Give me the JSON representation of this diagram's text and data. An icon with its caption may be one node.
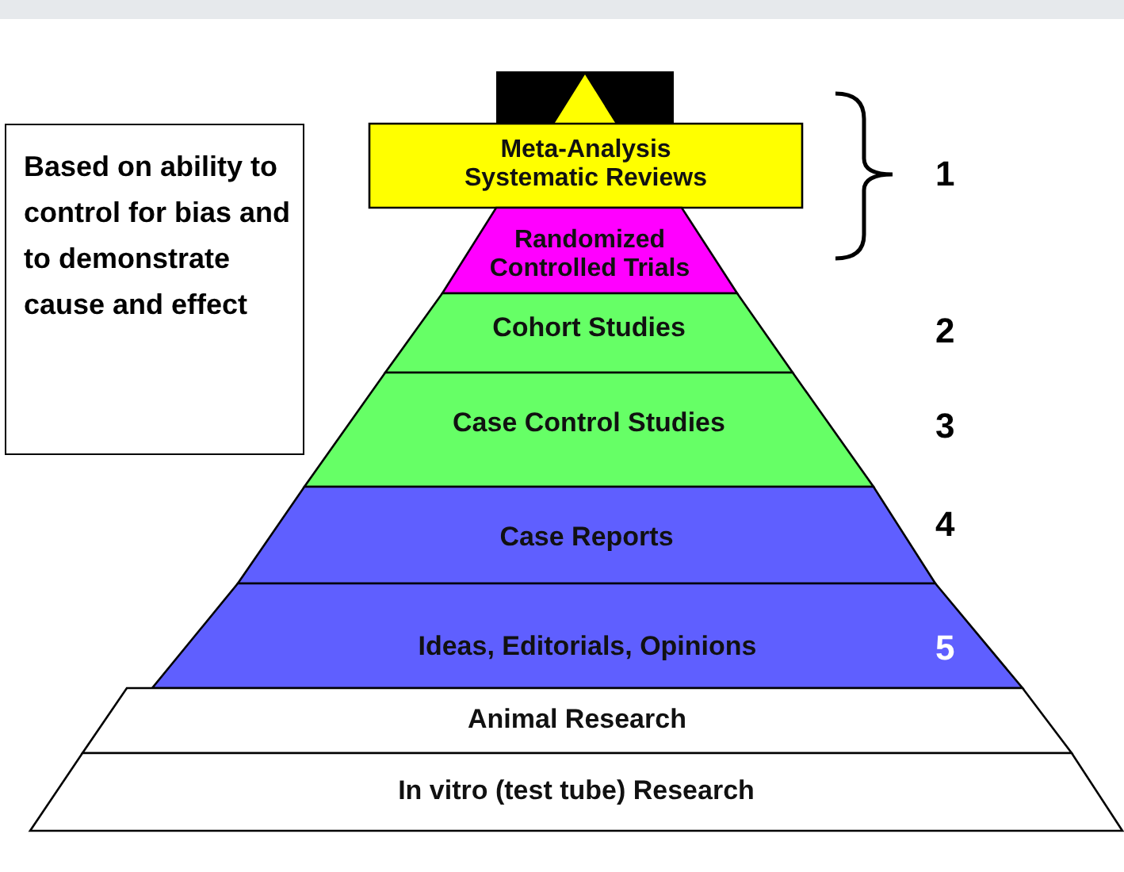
{
  "diagram": {
    "nodes": [
      {
        "text": [
          "Based on ability to control for bias and to demonstrate cause and effect"
        ]
      },
      {
        "text": [
          "Meta-Analysis Systematic Reviews"
        ]
      },
      {
        "text": [
          "Randomized Controlled Trials"
        ]
      },
      {
        "text": [
          "Cohort Studies"
        ]
      },
      {
        "text": [
          "Case Control Studies"
        ]
      },
      {
        "text": [
          "Case Reports"
        ]
      },
      {
        "text": [
          "Ideas, Editorials, Opinions"
        ]
      },
      {
        "text": [
          "Animal Research"
        ]
      },
      {
        "text": [
          "In vitro (test tube) Research"
        ]
      }
    ],
    "edges": [],
    "labels": [
      "1",
      "2",
      "3",
      "4",
      "5"
    ]
  }
}
